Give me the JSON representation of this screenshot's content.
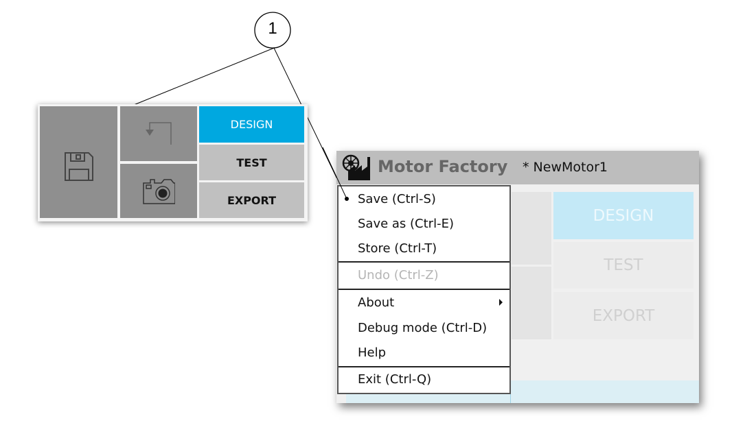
{
  "callout": {
    "number": "1"
  },
  "toolbar": {
    "icons": [
      "save-icon",
      "undo-icon",
      "camera-icon"
    ],
    "design_label": "DESIGN",
    "test_label": "TEST",
    "export_label": "EXPORT",
    "active_color": "#00a8e0"
  },
  "window": {
    "app_name": "Motor Factory",
    "document_title": "* NewMotor1",
    "design_label": "DESIGN",
    "test_label": "TEST",
    "export_label": "EXPORT"
  },
  "menu": {
    "items": [
      {
        "label": "Save (Ctrl-S)"
      },
      {
        "label": "Save as (Ctrl-E)"
      },
      {
        "label": "Store (Ctrl-T)"
      },
      {
        "label": "Undo (Ctrl-Z)",
        "disabled": true
      },
      {
        "label": "About",
        "submenu": true
      },
      {
        "label": "Debug mode (Ctrl-D)"
      },
      {
        "label": "Help"
      },
      {
        "label": "Exit (Ctrl-Q)"
      }
    ]
  }
}
